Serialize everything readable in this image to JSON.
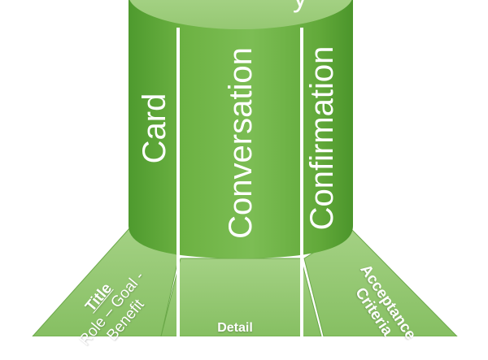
{
  "cylinder": {
    "top_partial_glyph": "y",
    "segments": [
      {
        "label": "Card"
      },
      {
        "label": "Conversation"
      },
      {
        "label": "Confirmation"
      }
    ]
  },
  "panels": {
    "left": {
      "line1": "Title",
      "line2": "Role – Goal -",
      "line3": "Benefit"
    },
    "middle": {
      "line1": "Detail"
    },
    "right": {
      "line1": "Acceptance",
      "line2": "Criteria"
    }
  },
  "colors": {
    "cylinder_dark": "#4e9a2e",
    "cylinder_mid": "#6fb446",
    "cylinder_light": "#8fc668",
    "top_ellipse": "#a6d486",
    "panel_fill": "#94c873",
    "panel_edge": "#6aa848",
    "divider": "#ffffff"
  }
}
